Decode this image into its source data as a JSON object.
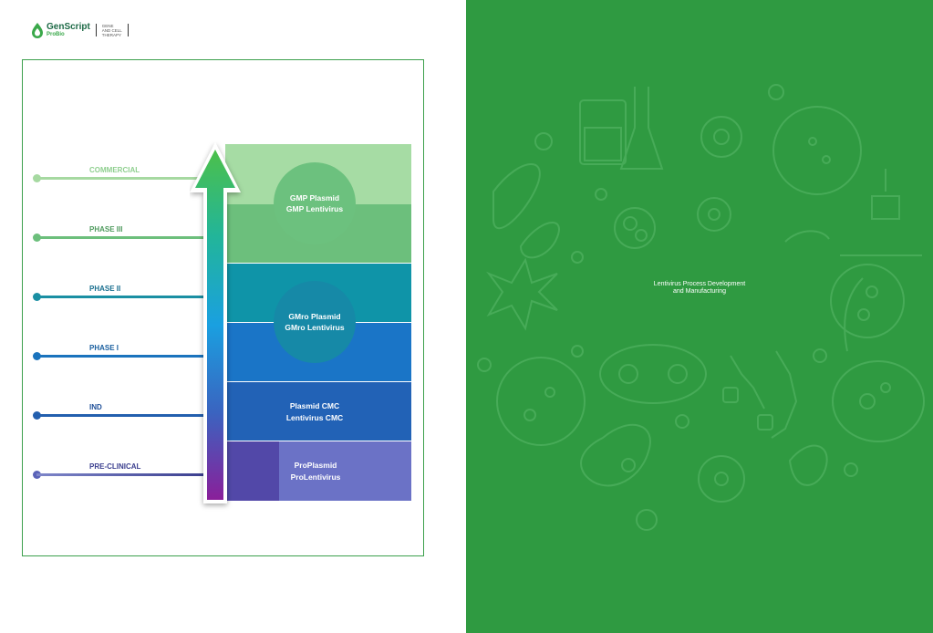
{
  "logo": {
    "brand": "GenScript",
    "sub": "ProBio",
    "tagline": [
      "GENE",
      "AND CELL",
      "THERAPY"
    ]
  },
  "stages": [
    {
      "label": "COMMERCIAL",
      "color": "#a6d9a1"
    },
    {
      "label": "PHASE III",
      "color": "#6cbf7c"
    },
    {
      "label": "PHASE II",
      "color": "#1a8fa3"
    },
    {
      "label": "PHASE I",
      "color": "#1a73bd"
    },
    {
      "label": "IND",
      "color": "#235fae"
    },
    {
      "label": "PRE-CLINICAL",
      "color": "#5458ab"
    }
  ],
  "blocks": {
    "gmp": {
      "line1": "GMP Plasmid",
      "line2": "GMP Lentivirus"
    },
    "gmro": {
      "line1": "GMro Plasmid",
      "line2": "GMro Lentivirus"
    },
    "cmc": {
      "line1": "Plasmid CMC",
      "line2": "Lentivirus CMC"
    },
    "pro": {
      "line1": "ProPlasmid",
      "line2": "ProLentivirus"
    }
  },
  "right_page": {
    "title_line1": "Lentivirus Process Development",
    "title_line2": "and Manufacturing",
    "background": "#2f9a41"
  }
}
